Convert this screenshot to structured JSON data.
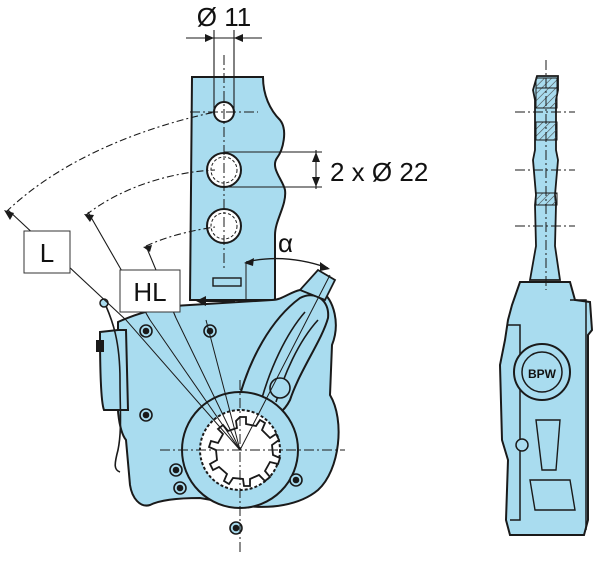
{
  "dimensions": {
    "small_hole": "Ø 11",
    "large_holes": "2 x Ø 22",
    "angle": "α"
  },
  "labels": {
    "lever_length": "L",
    "hole_lever_length": "HL"
  },
  "badge": {
    "letters": "BPW"
  },
  "colors": {
    "body": "#a9dcef",
    "outline": "#1a1a1a",
    "hatch": "#555555"
  }
}
